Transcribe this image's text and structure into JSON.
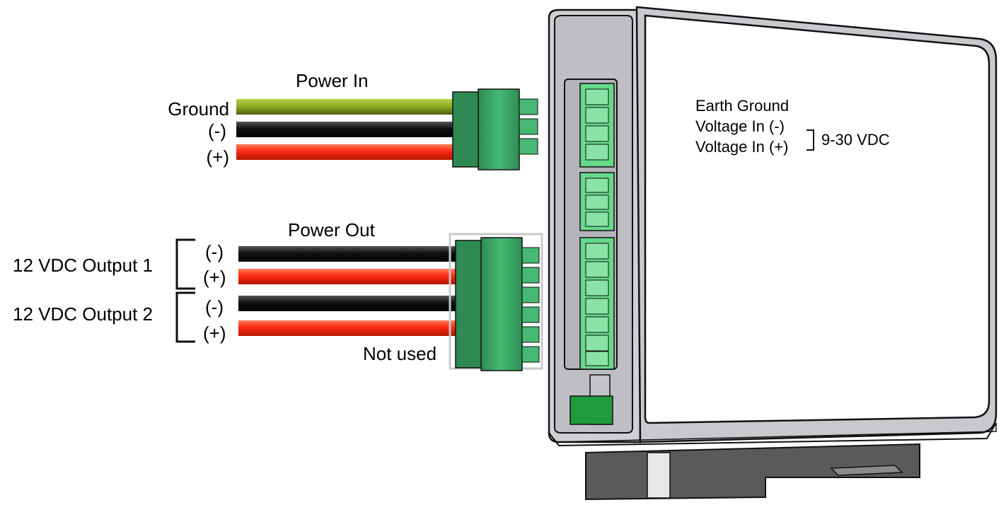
{
  "power_in": {
    "title": "Power In",
    "ground_label": "Ground",
    "minus_label": "(-)",
    "plus_label": "(+)"
  },
  "power_out": {
    "title": "Power Out",
    "output1_label": "12 VDC Output 1",
    "output2_label": "12 VDC Output 2",
    "out1_minus": "(-)",
    "out1_plus": "(+)",
    "out2_minus": "(-)",
    "out2_plus": "(+)",
    "not_used_label": "Not used"
  },
  "device_labels": {
    "earth_ground": "Earth Ground",
    "voltage_in_minus": "Voltage In (-)",
    "voltage_in_plus": "Voltage In (+)",
    "voltage_range": "9-30 VDC"
  },
  "colors": {
    "ground_wire": "#8aa820",
    "black_wire": "#1a1a1a",
    "red_wire": "#ff2a12",
    "connector_green": "#3fa96a",
    "terminal_green": "#66d98a",
    "housing_gray": "#c9c9ce"
  }
}
